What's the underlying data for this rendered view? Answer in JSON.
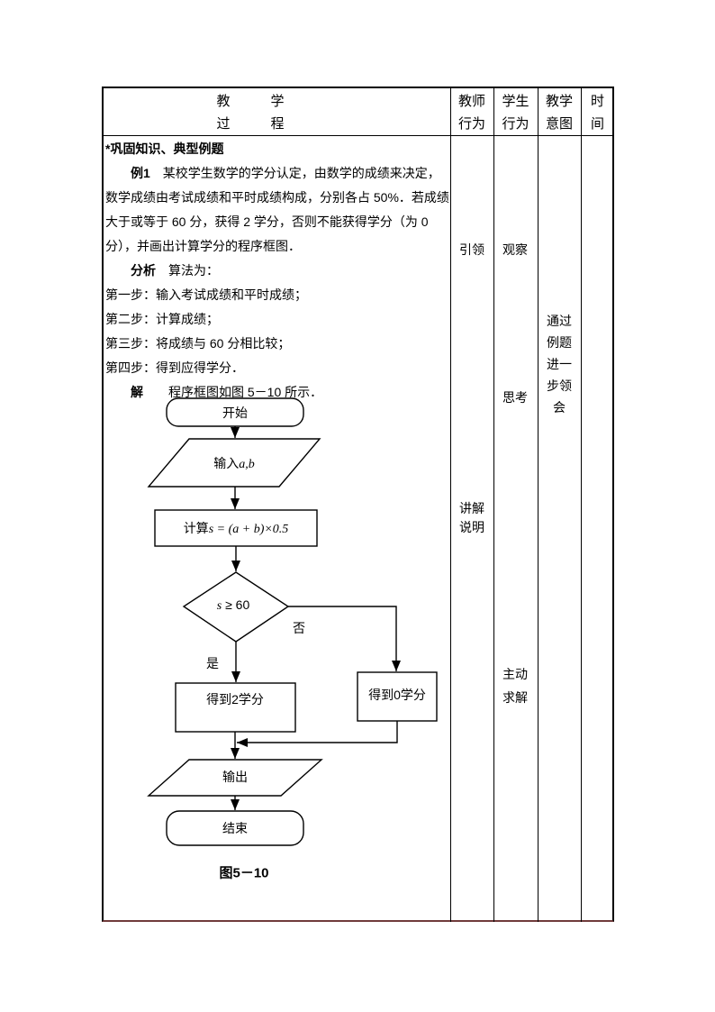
{
  "colors": {
    "page_bg": "#ffffff",
    "table_border": "#000000",
    "table_bottom_border": "#713c3c",
    "text": "#000000"
  },
  "header": {
    "main_line1": "教　　　学",
    "main_line2": "过　　　程",
    "teacher_line1": "教师",
    "teacher_line2": "行为",
    "student_line1": "学生",
    "student_line2": "行为",
    "intent_line1": "教学",
    "intent_line2": "意图",
    "time_line1": "时",
    "time_line2": "间"
  },
  "content": {
    "lines": [
      {
        "b": "*巩固知识、典型例题",
        "t": "",
        "ind": false
      },
      {
        "b": "例1",
        "t": "　某校学生数学的学分认定，由数学的成绩来决定，",
        "ind": true
      },
      {
        "b": "",
        "t": "数学成绩由考试成绩和平时成绩构成，分别各占 50%．若成绩",
        "ind": false
      },
      {
        "b": "",
        "t": "大于或等于 60 分，获得 2 学分，否则不能获得学分（为 0",
        "ind": false
      },
      {
        "b": "",
        "t": "分），并画出计算学分的程序框图．",
        "ind": false
      },
      {
        "b": "分析",
        "t": "　算法为：",
        "ind": true
      },
      {
        "b": "",
        "t": "第一步：输入考试成绩和平时成绩；",
        "ind": false
      },
      {
        "b": "",
        "t": "第二步：计算成绩；",
        "ind": false
      },
      {
        "b": "",
        "t": "第三步：将成绩与 60 分相比较；",
        "ind": false
      },
      {
        "b": "",
        "t": "第四步：得到应得学分．",
        "ind": false
      },
      {
        "b": "解",
        "t": "　　程序框图如图 5－10 所示．",
        "ind": true
      }
    ]
  },
  "flowchart": {
    "start": "开始",
    "input_prefix": "输入",
    "input_math": "a,b",
    "calc_prefix": "计算",
    "calc_math": "s = (a + b)×0.5",
    "cond_math": "s",
    "cond_text": " ≥ 60",
    "yes": "是",
    "no": "否",
    "credit2": "得到2学分",
    "credit0": "得到0学分",
    "output": "输出",
    "end": "结束",
    "caption": "图5－10"
  },
  "annotations": {
    "teacher_1": "引领",
    "teacher_2_line1": "讲解",
    "teacher_2_line2": "说明",
    "student_1": "观察",
    "student_2": "思考",
    "student_3_line1": "主动",
    "student_3_line2": "求解",
    "intent_line1": "通过",
    "intent_line2": "例题",
    "intent_line3": "进一",
    "intent_line4": "步领",
    "intent_line5": "会"
  }
}
